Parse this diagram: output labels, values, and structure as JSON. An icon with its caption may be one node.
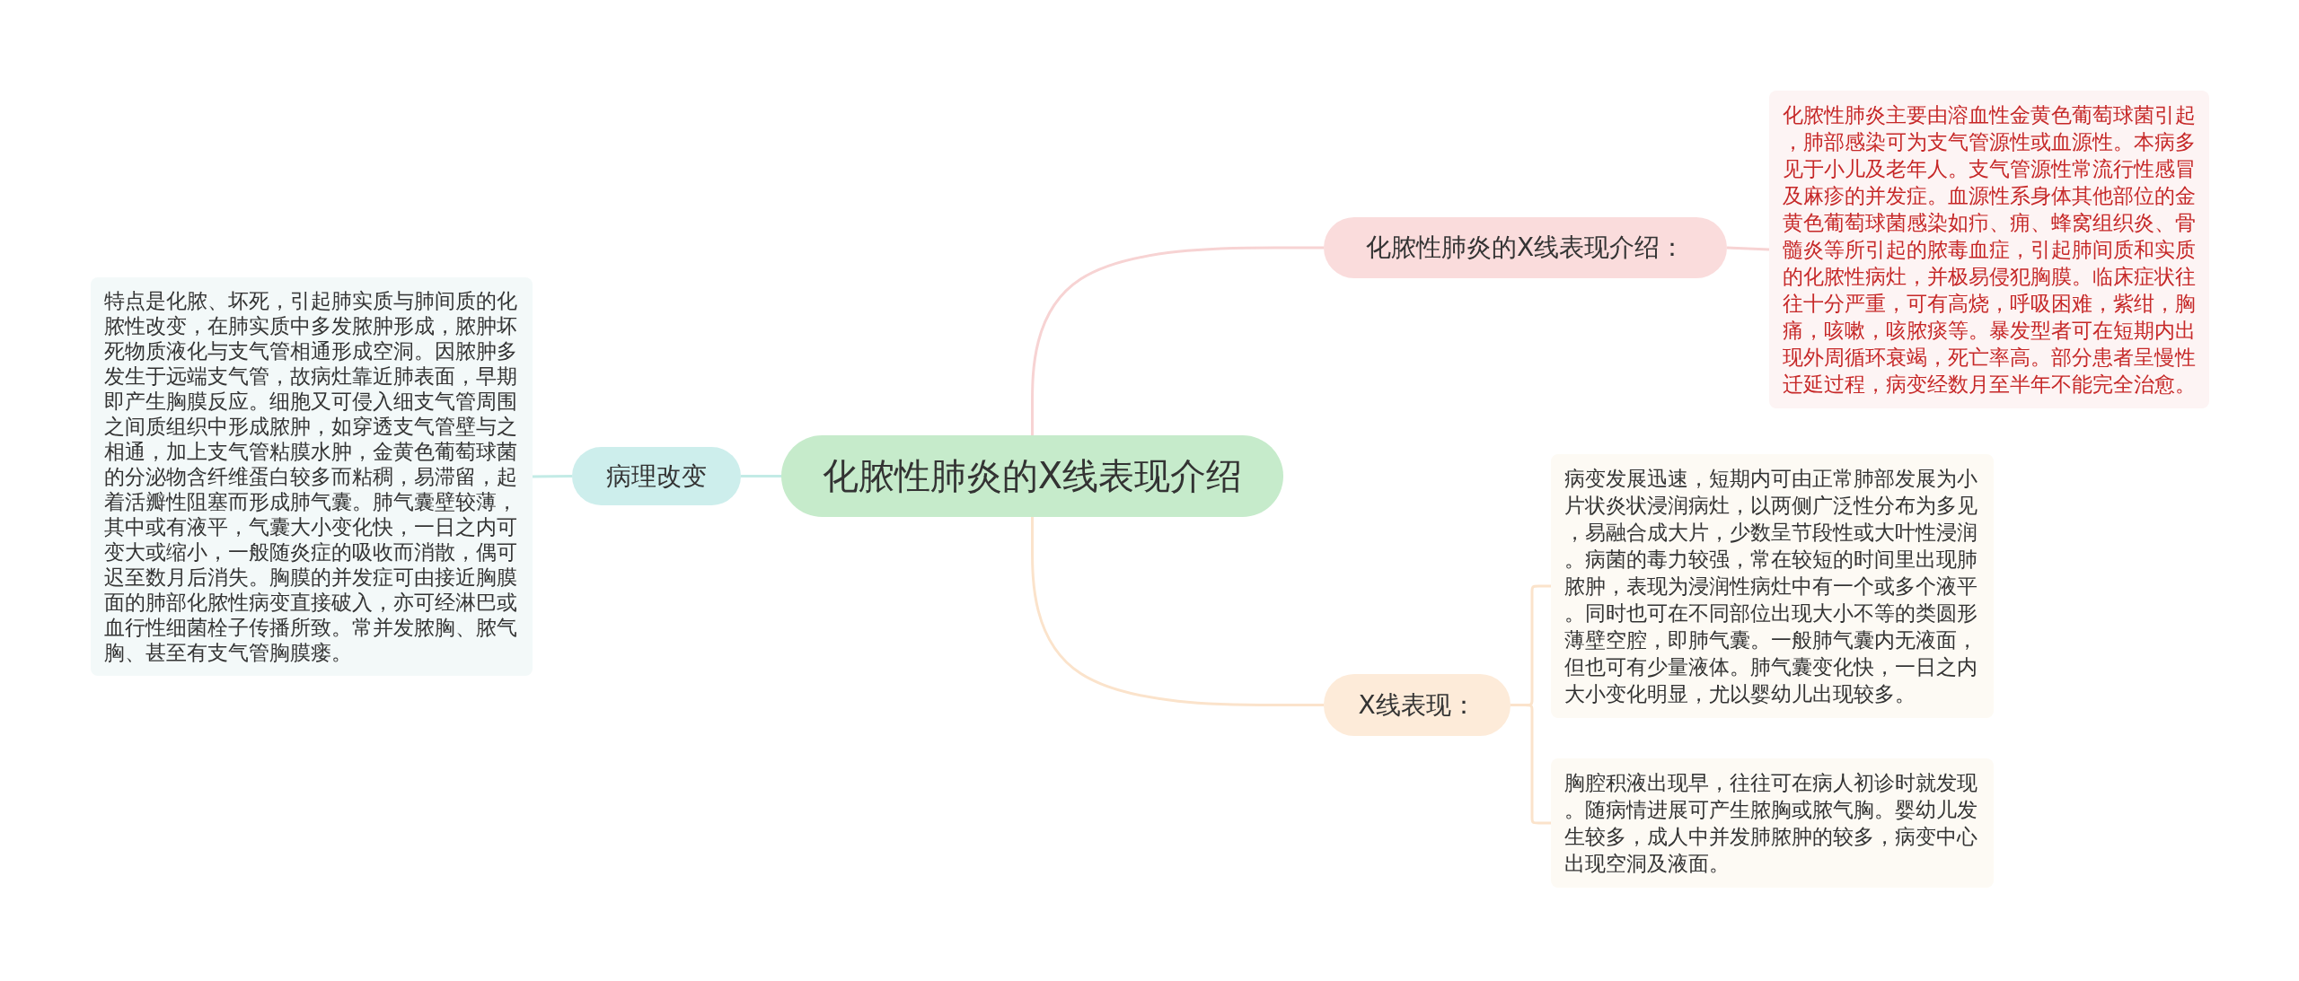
{
  "diagram": {
    "nodes": [
      {
        "text": [
          "化脓性肺炎的X线表现介绍"
        ]
      },
      {
        "text": [
          "病理改变"
        ]
      },
      {
        "text": [
          "特点是化脓、坏死，引起肺实质与肺间质的化脓性改变，在肺实质中多发脓肿形成，脓肿坏死物质液化与支气管相通形成空洞。因脓肿多发生于远端支气管，故病灶靠近肺表面，早期即产生胸膜反应。细胞又可侵入细支气管周围之间质组织中形成脓肿，如穿透支气管壁与之相通，加上支气管粘膜水肿，金黄色葡萄球菌的分泌物含纤维蛋白较多而粘稠，易滞留，起着活瓣性阻塞而形成肺气囊。肺气囊壁较薄，其中或有液平，气囊大小变化快，一日之内可变大或缩小，一般随炎症的吸收而消散，偶可迟至数月后消失。胸膜的并发症可由接近胸膜面的肺部化脓性病变直接破入，亦可经淋巴或血行性细菌栓子传播所致。常并发脓胸、脓气胸、甚至有支气管胸膜瘘。"
        ]
      },
      {
        "text": [
          "化脓性肺炎的X线表现介绍："
        ]
      },
      {
        "text": [
          "化脓性肺炎主要由溶血性金黄色葡萄球菌引起，肺部感染可为支气管源性或血源性。本病多见于小儿及老年人。支气管源性常流行性感冒及麻疹的并发症。血源性系身体其他部位的金黄色葡萄球菌感染如疖、痈、蜂窝组织炎、骨髓炎等所引起的脓毒血症，引起肺间质和实质的化脓性病灶，并极易侵犯胸膜。临床症状往往十分严重，可有高烧，呼吸困难，紫绀，胸痛，咳嗽，咳脓痰等。暴发型者可在短期内出现外周循环衰竭，死亡率高。部分患者呈慢性迁延过程，病变经数月至半年不能完全治愈。"
        ]
      },
      {
        "text": [
          "X线表现："
        ]
      },
      {
        "text": [
          "病变发展迅速，短期内可由正常肺部发展为小片状炎状浸润病灶，以两侧广泛性分布为多见，易融合成大片，少数呈节段性或大叶性浸润。病菌的毒力较强，常在较短的时间里出现肺脓肿，表现为浸润性病灶中有一个或多个液平。同时也可在不同部位出现大小不等的类圆形薄壁空腔，即肺气囊。一般肺气囊内无液面，但也可有少量液体。肺气囊变化快，一日之内大小变化明显，尤以婴幼儿出现较多。"
        ]
      },
      {
        "text": [
          "胸腔积液出现早，往往可在病人初诊时就发现。随病情进展可产生脓胸或脓气胸。婴幼儿发生较多，成人中并发肺脓肿的较多，病变中心出现空洞及液面。"
        ]
      }
    ],
    "edges": [
      {
        "from": 0,
        "to": 1,
        "arrow": "none",
        "color": "#c3ebe6"
      },
      {
        "from": 1,
        "to": 2,
        "arrow": "none",
        "color": "#c3ebe6"
      },
      {
        "from": 0,
        "to": 3,
        "arrow": "none",
        "color": "#f7d3d3"
      },
      {
        "from": 3,
        "to": 4,
        "arrow": "none",
        "color": "#f7d3d3"
      },
      {
        "from": 0,
        "to": 5,
        "arrow": "none",
        "color": "#fbe3cb"
      },
      {
        "from": 5,
        "to": 6,
        "arrow": "none",
        "color": "#fbe3cb"
      },
      {
        "from": 5,
        "to": 7,
        "arrow": "none",
        "color": "#fbe3cb"
      }
    ]
  }
}
